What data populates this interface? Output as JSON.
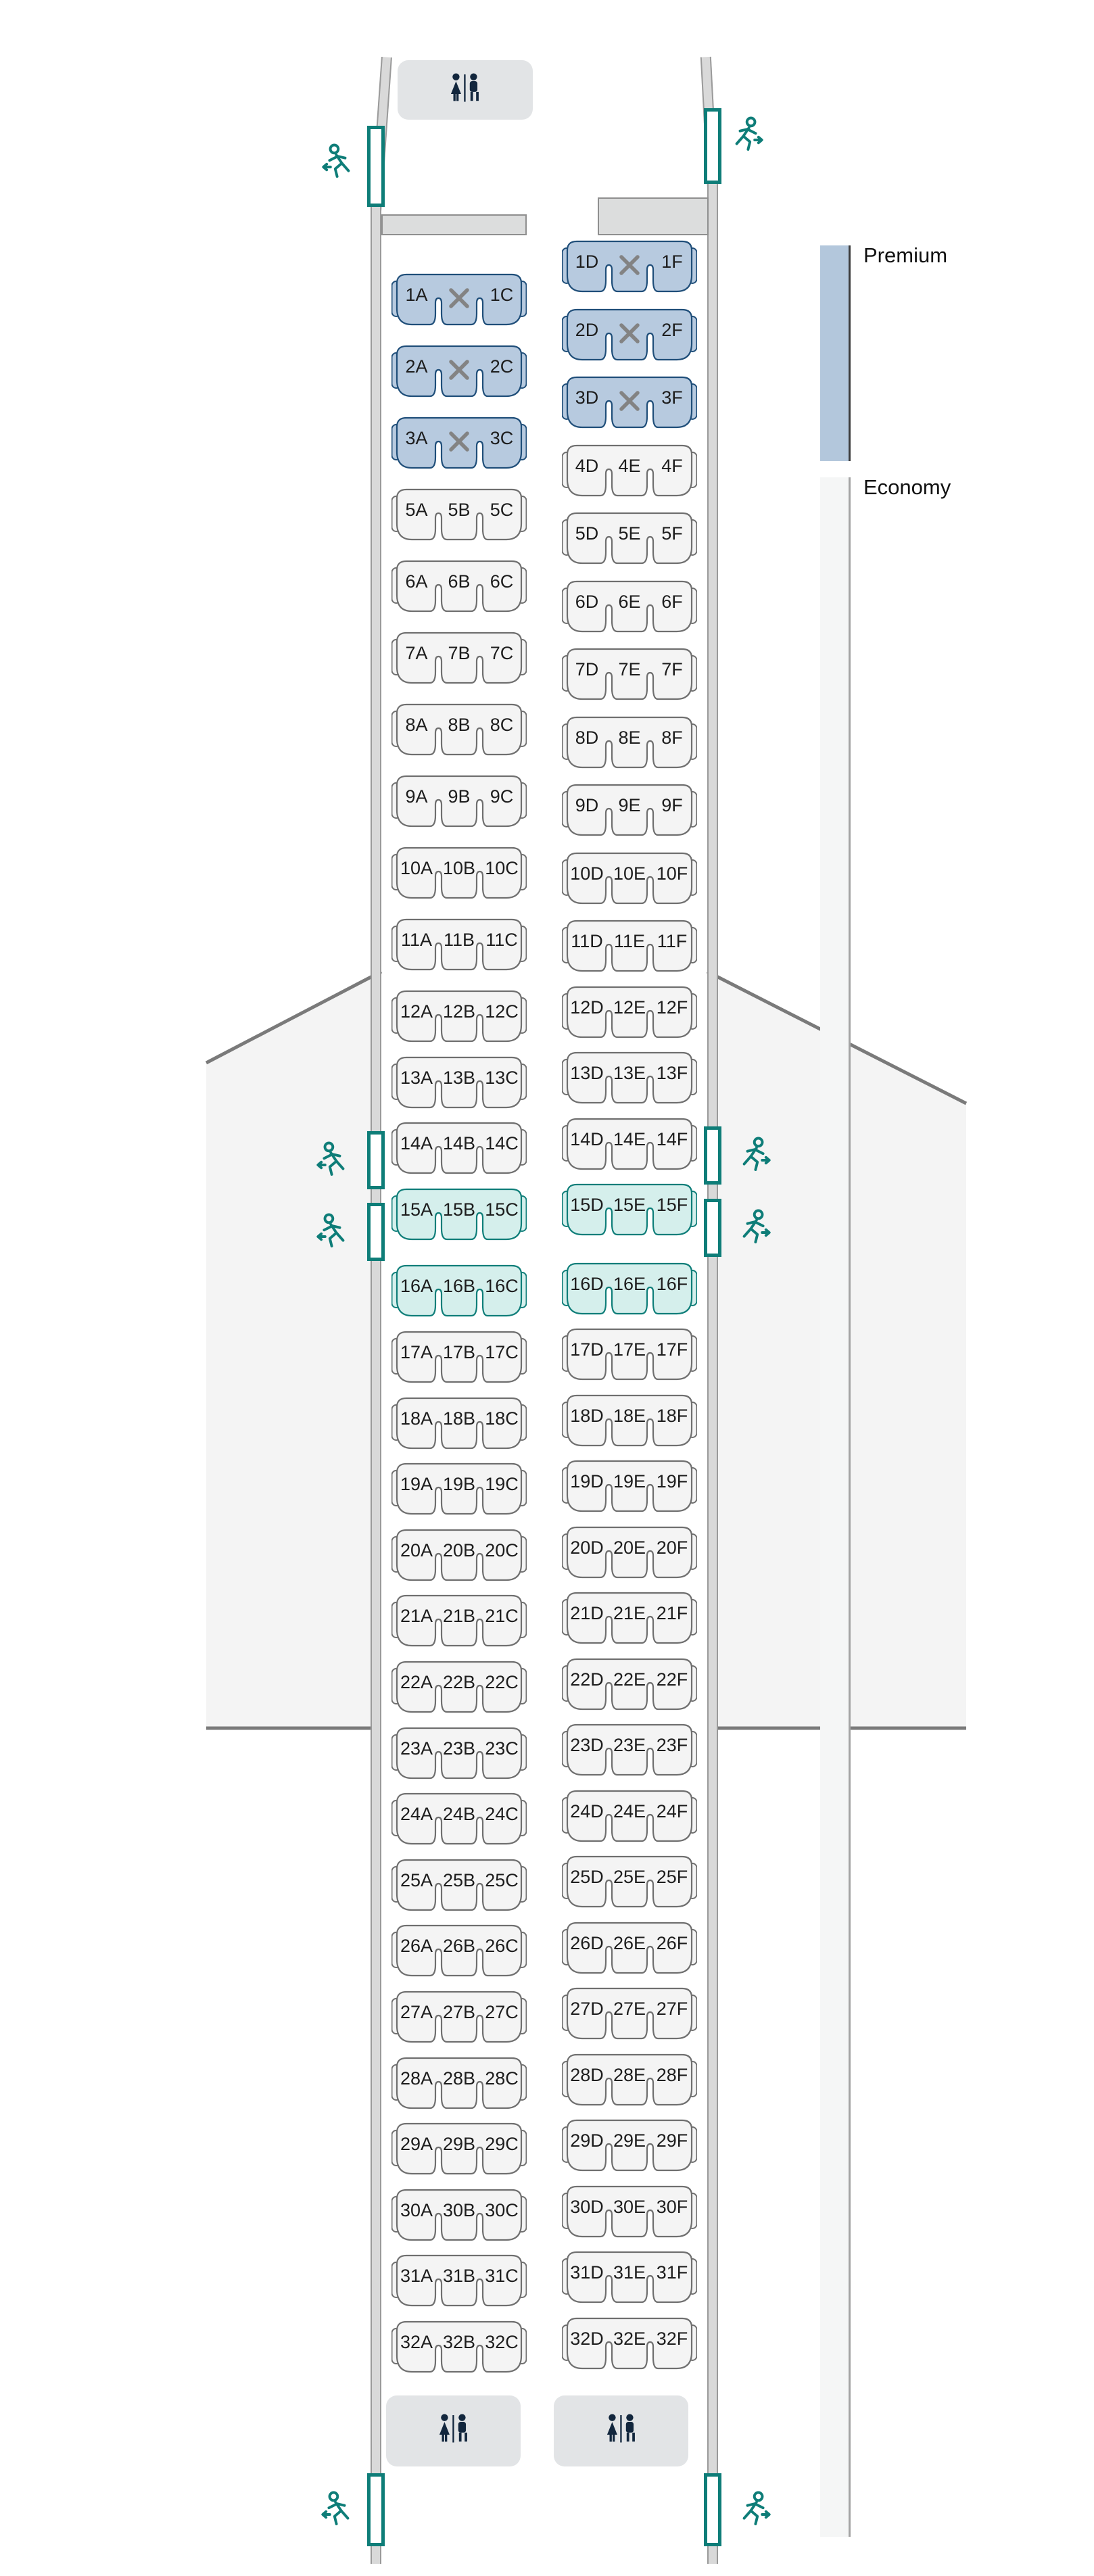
{
  "legend": {
    "items": [
      {
        "label": "Premium",
        "swatch_color": "#b3c7dc"
      },
      {
        "label": "Economy",
        "swatch_color": "#f5f6f6"
      }
    ]
  },
  "colors": {
    "premium_fill": "#b7cadf",
    "premium_border": "#1f4e79",
    "economy_fill": "#f4f4f4",
    "economy_border": "#6f6f6f",
    "exit_fill": "#d5efec",
    "exit_border": "#0f7e79",
    "blocked_x": "#838383",
    "wall": "#d9d9d9",
    "wing_fill": "#f4f4f4",
    "wing_edge": "#7a7a7a",
    "lavatory_bg": "#e2e4e6",
    "lavatory_icon": "#12263d",
    "exit_accent": "#0e7d78"
  },
  "icons": {
    "exit": "exit-running-person-icon",
    "lavatory": "wc-man-woman-icon",
    "blocked": "blocked-seat-x-icon",
    "exit_door": "emergency-exit-door"
  },
  "cabin": {
    "columns": [
      {
        "side": "left",
        "rows": [
          {
            "row": 1,
            "type": "premium",
            "middle_blocked": true,
            "seats": [
              "1A",
              "",
              "1C"
            ]
          },
          {
            "row": 2,
            "type": "premium",
            "middle_blocked": true,
            "seats": [
              "2A",
              "",
              "2C"
            ]
          },
          {
            "row": 3,
            "type": "premium",
            "middle_blocked": true,
            "seats": [
              "3A",
              "",
              "3C"
            ]
          },
          {
            "row": 5,
            "type": "economy",
            "seats": [
              "5A",
              "5B",
              "5C"
            ]
          },
          {
            "row": 6,
            "type": "economy",
            "seats": [
              "6A",
              "6B",
              "6C"
            ]
          },
          {
            "row": 7,
            "type": "economy",
            "seats": [
              "7A",
              "7B",
              "7C"
            ]
          },
          {
            "row": 8,
            "type": "economy",
            "seats": [
              "8A",
              "8B",
              "8C"
            ]
          },
          {
            "row": 9,
            "type": "economy",
            "seats": [
              "9A",
              "9B",
              "9C"
            ]
          },
          {
            "row": 10,
            "type": "economy",
            "seats": [
              "10A",
              "10B",
              "10C"
            ]
          },
          {
            "row": 11,
            "type": "economy",
            "seats": [
              "11A",
              "11B",
              "11C"
            ]
          },
          {
            "row": 12,
            "type": "economy",
            "seats": [
              "12A",
              "12B",
              "12C"
            ]
          },
          {
            "row": 13,
            "type": "economy",
            "seats": [
              "13A",
              "13B",
              "13C"
            ]
          },
          {
            "row": 14,
            "type": "economy",
            "seats": [
              "14A",
              "14B",
              "14C"
            ]
          },
          {
            "row": 15,
            "type": "exit",
            "seats": [
              "15A",
              "15B",
              "15C"
            ]
          },
          {
            "row": 16,
            "type": "exit",
            "seats": [
              "16A",
              "16B",
              "16C"
            ]
          },
          {
            "row": 17,
            "type": "economy",
            "seats": [
              "17A",
              "17B",
              "17C"
            ]
          },
          {
            "row": 18,
            "type": "economy",
            "seats": [
              "18A",
              "18B",
              "18C"
            ]
          },
          {
            "row": 19,
            "type": "economy",
            "seats": [
              "19A",
              "19B",
              "19C"
            ]
          },
          {
            "row": 20,
            "type": "economy",
            "seats": [
              "20A",
              "20B",
              "20C"
            ]
          },
          {
            "row": 21,
            "type": "economy",
            "seats": [
              "21A",
              "21B",
              "21C"
            ]
          },
          {
            "row": 22,
            "type": "economy",
            "seats": [
              "22A",
              "22B",
              "22C"
            ]
          },
          {
            "row": 23,
            "type": "economy",
            "seats": [
              "23A",
              "23B",
              "23C"
            ]
          },
          {
            "row": 24,
            "type": "economy",
            "seats": [
              "24A",
              "24B",
              "24C"
            ]
          },
          {
            "row": 25,
            "type": "economy",
            "seats": [
              "25A",
              "25B",
              "25C"
            ]
          },
          {
            "row": 26,
            "type": "economy",
            "seats": [
              "26A",
              "26B",
              "26C"
            ]
          },
          {
            "row": 27,
            "type": "economy",
            "seats": [
              "27A",
              "27B",
              "27C"
            ]
          },
          {
            "row": 28,
            "type": "economy",
            "seats": [
              "28A",
              "28B",
              "28C"
            ]
          },
          {
            "row": 29,
            "type": "economy",
            "seats": [
              "29A",
              "29B",
              "29C"
            ]
          },
          {
            "row": 30,
            "type": "economy",
            "seats": [
              "30A",
              "30B",
              "30C"
            ]
          },
          {
            "row": 31,
            "type": "economy",
            "seats": [
              "31A",
              "31B",
              "31C"
            ]
          },
          {
            "row": 32,
            "type": "economy",
            "seats": [
              "32A",
              "32B",
              "32C"
            ]
          }
        ]
      },
      {
        "side": "right",
        "rows": [
          {
            "row": 1,
            "type": "premium",
            "middle_blocked": true,
            "seats": [
              "1D",
              "",
              "1F"
            ]
          },
          {
            "row": 2,
            "type": "premium",
            "middle_blocked": true,
            "seats": [
              "2D",
              "",
              "2F"
            ]
          },
          {
            "row": 3,
            "type": "premium",
            "middle_blocked": true,
            "seats": [
              "3D",
              "",
              "3F"
            ]
          },
          {
            "row": 4,
            "type": "economy",
            "seats": [
              "4D",
              "4E",
              "4F"
            ]
          },
          {
            "row": 5,
            "type": "economy",
            "seats": [
              "5D",
              "5E",
              "5F"
            ]
          },
          {
            "row": 6,
            "type": "economy",
            "seats": [
              "6D",
              "6E",
              "6F"
            ]
          },
          {
            "row": 7,
            "type": "economy",
            "seats": [
              "7D",
              "7E",
              "7F"
            ]
          },
          {
            "row": 8,
            "type": "economy",
            "seats": [
              "8D",
              "8E",
              "8F"
            ]
          },
          {
            "row": 9,
            "type": "economy",
            "seats": [
              "9D",
              "9E",
              "9F"
            ]
          },
          {
            "row": 10,
            "type": "economy",
            "seats": [
              "10D",
              "10E",
              "10F"
            ]
          },
          {
            "row": 11,
            "type": "economy",
            "seats": [
              "11D",
              "11E",
              "11F"
            ]
          },
          {
            "row": 12,
            "type": "economy",
            "seats": [
              "12D",
              "12E",
              "12F"
            ]
          },
          {
            "row": 13,
            "type": "economy",
            "seats": [
              "13D",
              "13E",
              "13F"
            ]
          },
          {
            "row": 14,
            "type": "economy",
            "seats": [
              "14D",
              "14E",
              "14F"
            ]
          },
          {
            "row": 15,
            "type": "exit",
            "seats": [
              "15D",
              "15E",
              "15F"
            ]
          },
          {
            "row": 16,
            "type": "exit",
            "seats": [
              "16D",
              "16E",
              "16F"
            ]
          },
          {
            "row": 17,
            "type": "economy",
            "seats": [
              "17D",
              "17E",
              "17F"
            ]
          },
          {
            "row": 18,
            "type": "economy",
            "seats": [
              "18D",
              "18E",
              "18F"
            ]
          },
          {
            "row": 19,
            "type": "economy",
            "seats": [
              "19D",
              "19E",
              "19F"
            ]
          },
          {
            "row": 20,
            "type": "economy",
            "seats": [
              "20D",
              "20E",
              "20F"
            ]
          },
          {
            "row": 21,
            "type": "economy",
            "seats": [
              "21D",
              "21E",
              "21F"
            ]
          },
          {
            "row": 22,
            "type": "economy",
            "seats": [
              "22D",
              "22E",
              "22F"
            ]
          },
          {
            "row": 23,
            "type": "economy",
            "seats": [
              "23D",
              "23E",
              "23F"
            ]
          },
          {
            "row": 24,
            "type": "economy",
            "seats": [
              "24D",
              "24E",
              "24F"
            ]
          },
          {
            "row": 25,
            "type": "economy",
            "seats": [
              "25D",
              "25E",
              "25F"
            ]
          },
          {
            "row": 26,
            "type": "economy",
            "seats": [
              "26D",
              "26E",
              "26F"
            ]
          },
          {
            "row": 27,
            "type": "economy",
            "seats": [
              "27D",
              "27E",
              "27F"
            ]
          },
          {
            "row": 28,
            "type": "economy",
            "seats": [
              "28D",
              "28E",
              "28F"
            ]
          },
          {
            "row": 29,
            "type": "economy",
            "seats": [
              "29D",
              "29E",
              "29F"
            ]
          },
          {
            "row": 30,
            "type": "economy",
            "seats": [
              "30D",
              "30E",
              "30F"
            ]
          },
          {
            "row": 31,
            "type": "economy",
            "seats": [
              "31D",
              "31E",
              "31F"
            ]
          },
          {
            "row": 32,
            "type": "economy",
            "seats": [
              "32D",
              "32E",
              "32F"
            ]
          }
        ]
      }
    ]
  }
}
